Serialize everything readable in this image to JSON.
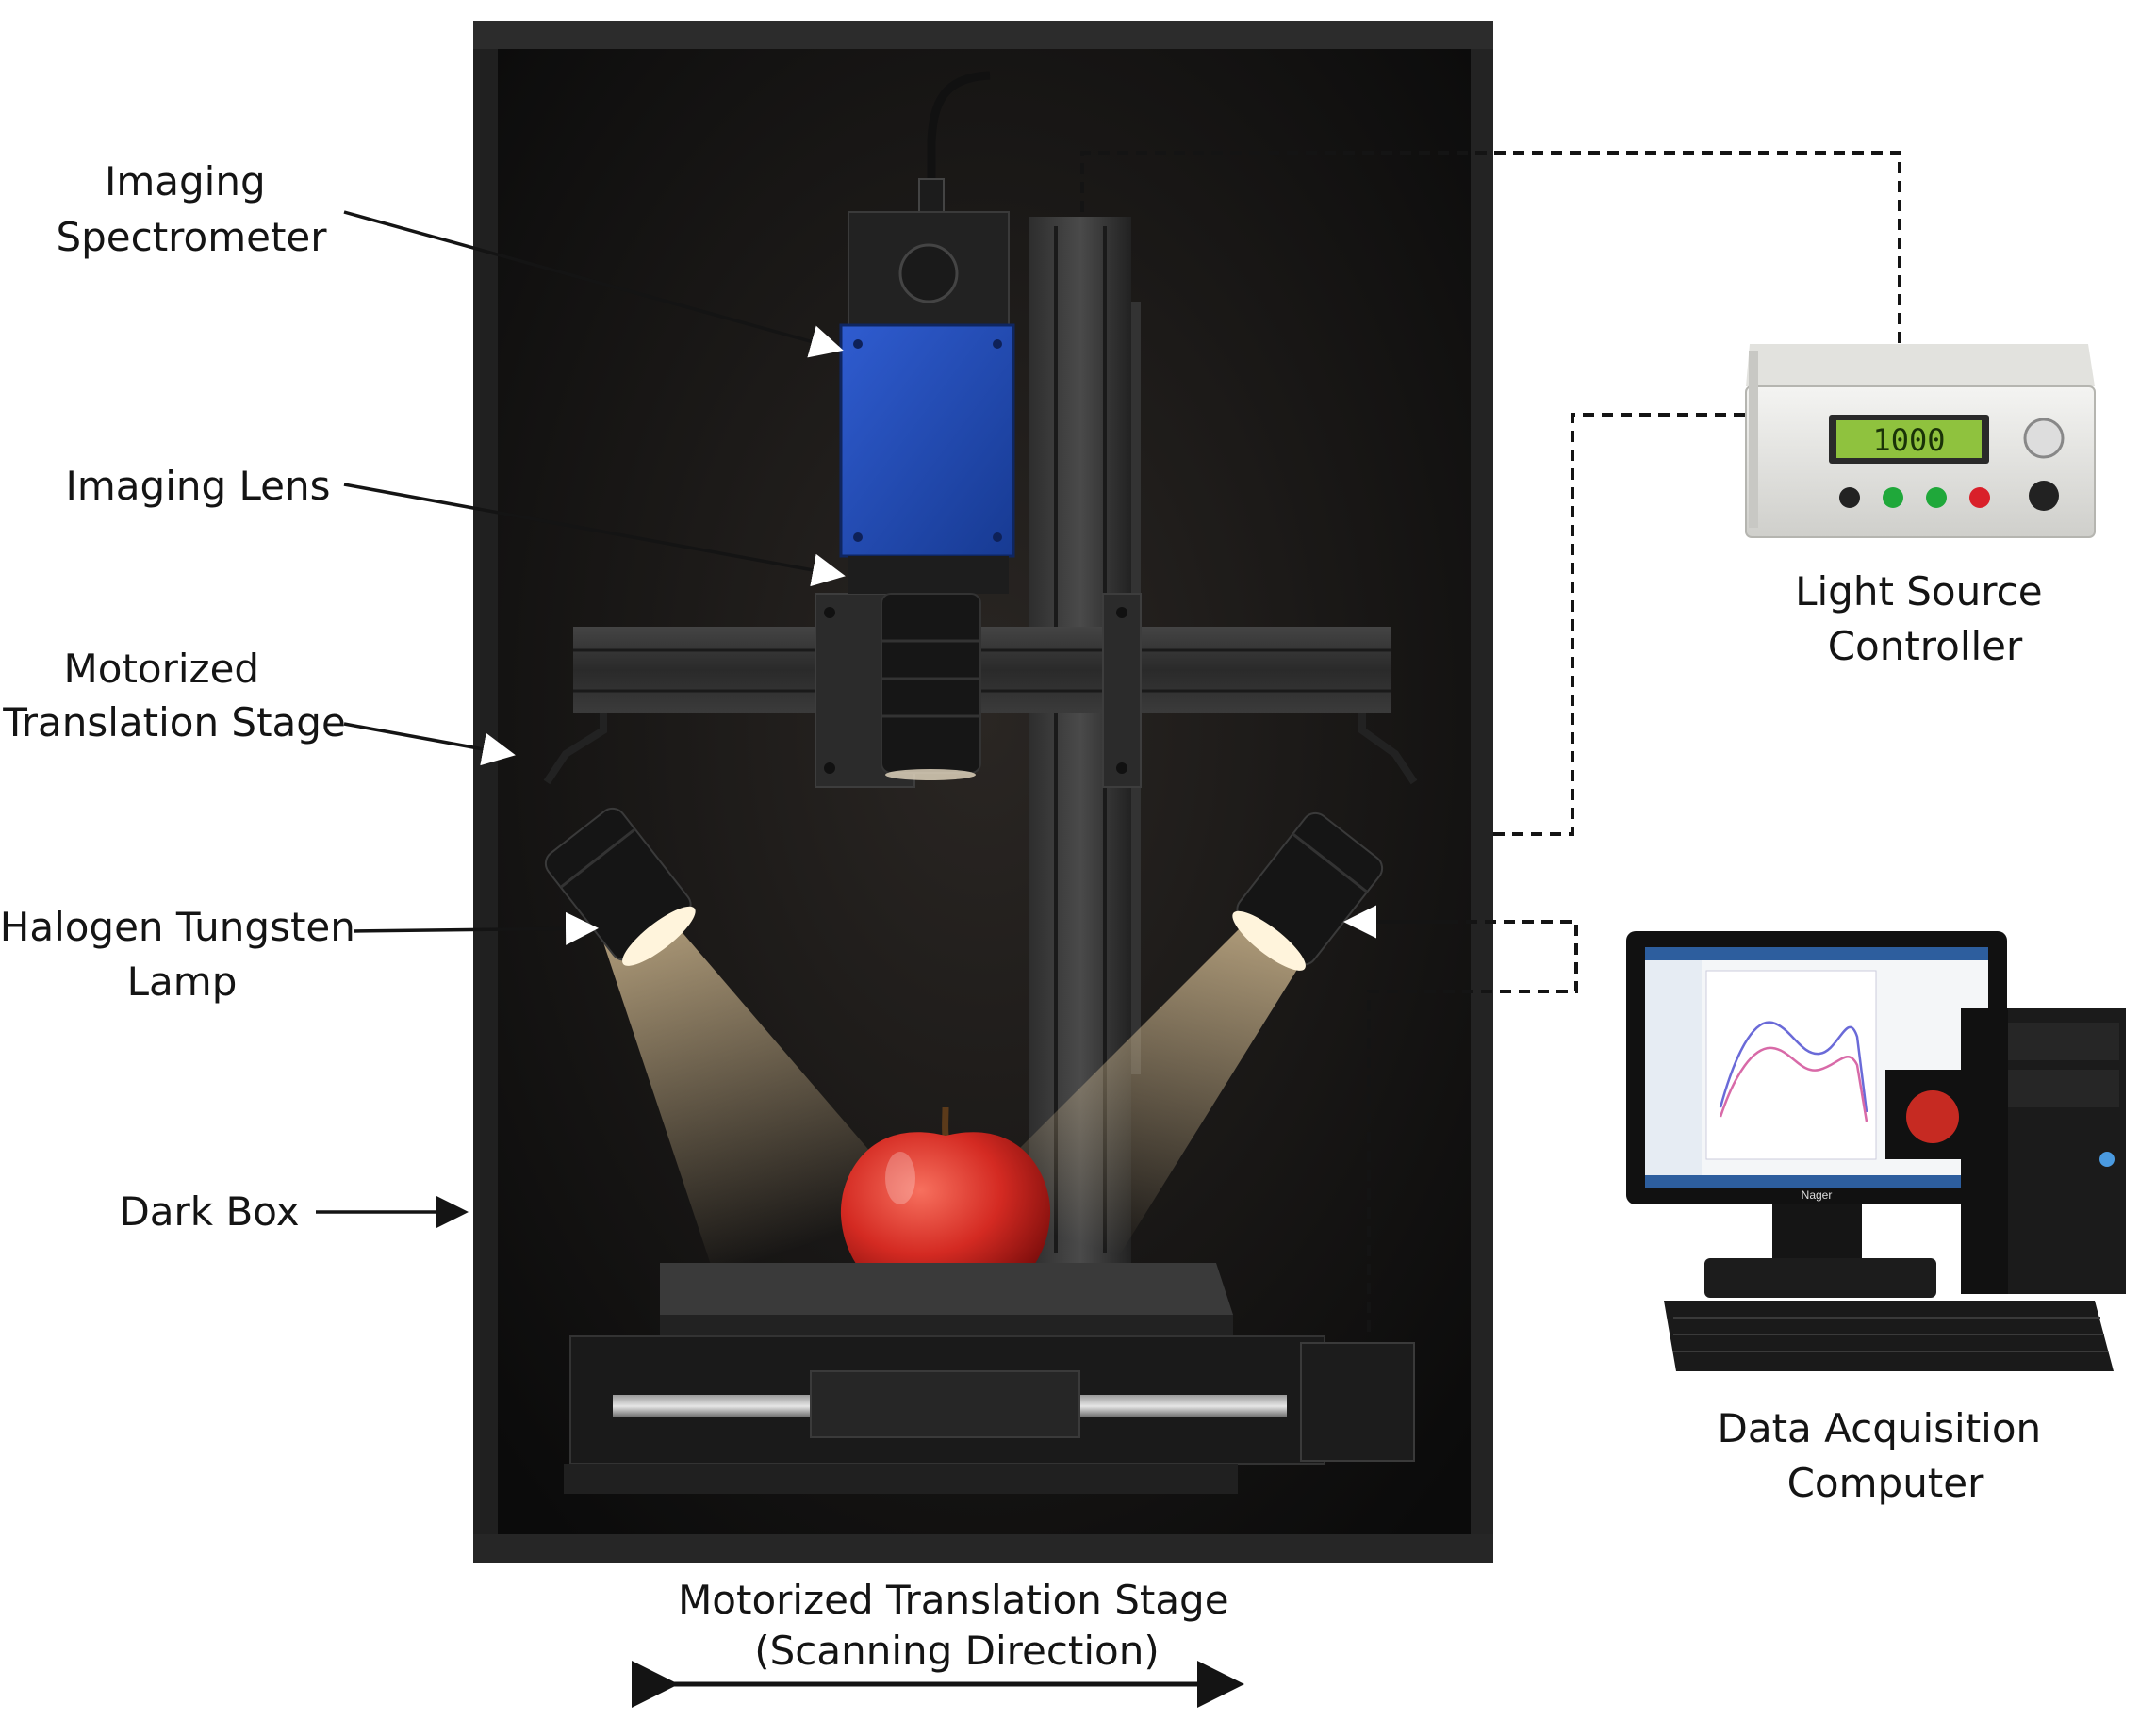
{
  "labels": {
    "imaging_spectrometer": [
      "Imaging",
      "Spectrometer"
    ],
    "imaging_lens": "Imaging Lens",
    "motorized_stage_vertical": [
      "Motorized",
      "Translation Stage"
    ],
    "halogen_lamp": [
      "Halogen Tungsten",
      "Lamp"
    ],
    "dark_box": "Dark Box",
    "light_source_controller": [
      "Light Source",
      "Controller"
    ],
    "data_acquisition_computer": [
      "Data Acquisition",
      "Computer"
    ],
    "scanning_stage": [
      "Motorized Translation Stage",
      "(Scanning Direction)"
    ]
  },
  "controller_display": "1000",
  "monitor_brand": "Nager",
  "colors": {
    "box_dark": "#141414",
    "spectrometer_blue": "#1f49b0",
    "lcd_green": "#8fc23e",
    "apple_red": "#d42a22",
    "lamp_glow": "#f5d9a8",
    "btn_green": "#1fa83a",
    "btn_red": "#d9202a"
  },
  "icons": [
    "camera-icon",
    "lamp-icon",
    "apple-icon",
    "monitor-icon",
    "keyboard-icon",
    "pc-tower-icon"
  ]
}
